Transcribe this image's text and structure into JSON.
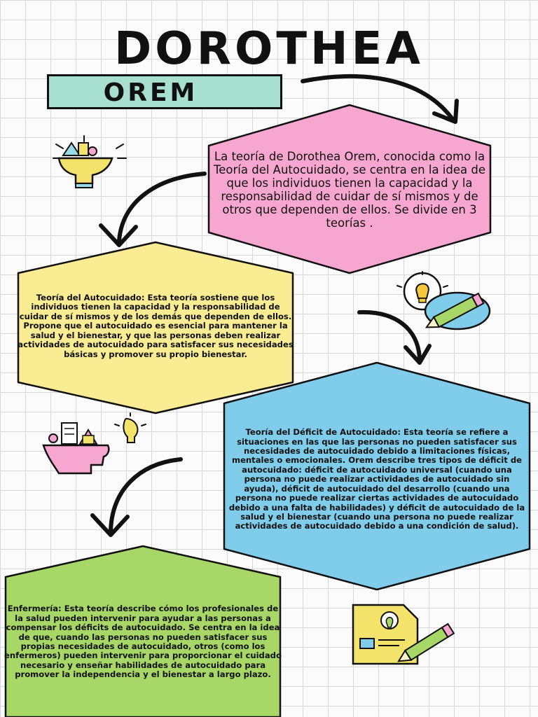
{
  "title": "DOROTHEA",
  "subtitle": "OREM",
  "intro": "La teoría de Dorothea Orem, conocida como la Teoría del Autocuidado, se centra en la idea de que los individuos tienen la capacidad y la responsabilidad de cuidar de sí mismos y de otros que dependen de ellos. Se divide en 3 teorías .",
  "sections": [
    {
      "text": "Teoría del Autocuidado: Esta teoría sostiene que los individuos tienen la capacidad y la responsabilidad de cuidar de sí mismos y de los demás que dependen de ellos. Propone que el autocuidado es esencial para mantener la salud y el bienestar, y que las personas deben realizar actividades de autocuidado para satisfacer sus necesidades básicas y promover su propio bienestar.",
      "color": "#f9ec93"
    },
    {
      "text": "Teoría del Déficit de Autocuidado: Esta teoría se refiere a situaciones en las que las personas no pueden satisfacer sus necesidades de autocuidado debido a limitaciones físicas, mentales o emocionales. Orem describe tres tipos de déficit de autocuidado: déficit de autocuidado universal (cuando una persona no puede realizar actividades de autocuidado sin ayuda), déficit de autocuidado del desarrollo (cuando una persona no puede realizar ciertas actividades de autocuidado debido a una falta de habilidades) y déficit de autocuidado de la salud y el bienestar (cuando una persona no puede realizar actividades de autocuidado debido a una condición de salud).",
      "color": "#7fcdea"
    },
    {
      "text": "Enfermería: Esta teoría describe cómo los profesionales de la salud pueden intervenir para ayudar a las personas a compensar los déficits de autocuidado. Se centra en la idea de que, cuando las personas no pueden satisfacer sus propias necesidades de autocuidado, otros (como los enfermeros) pueden intervenir para proporcionar el cuidado necesario y enseñar habilidades de autocuidado para promover la independencia y el bienestar a largo plazo.",
      "color": "#a7d766"
    }
  ],
  "colors": {
    "intro_hex": "#f6a6cf",
    "subtitle_box": "#a8e0cf",
    "outline": "#111111"
  },
  "icons": [
    "lightbulb-shapes-icon",
    "lightbulb-pencil-icon",
    "head-ideas-icon",
    "document-pencil-icon"
  ]
}
